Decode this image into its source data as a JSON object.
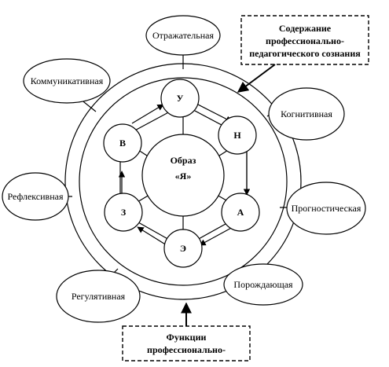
{
  "core": {
    "line1": "Образ",
    "line2": "«Я»"
  },
  "inner_nodes": {
    "u": "У",
    "n": "Н",
    "a": "А",
    "e": "Э",
    "z": "З",
    "v": "В"
  },
  "functions": {
    "reflective_mirror": "Отражательная",
    "communicative": "Коммуникативная",
    "cognitive": "Когнитивная",
    "reflexive": "Рефлексивная",
    "prognostic": "Прогностическая",
    "regulative": "Регулятивная",
    "generative": "Порождающая"
  },
  "boxes": {
    "content": {
      "line1": "Содержание",
      "line2": "профессионально-",
      "line3": "педагогического сознания"
    },
    "functions": {
      "line1": "Функции",
      "line2": "профессионально-"
    }
  },
  "colors": {
    "stroke": "#000000",
    "background": "#ffffff"
  }
}
